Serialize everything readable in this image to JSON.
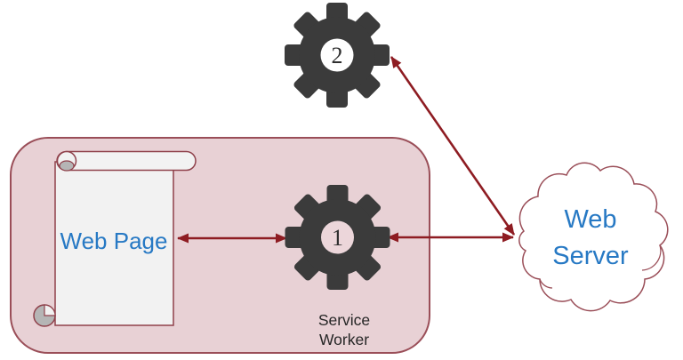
{
  "diagram": {
    "kind": "service-worker-architecture",
    "nodes": {
      "web_page": {
        "label": "Web Page",
        "shape": "scroll"
      },
      "service_worker": {
        "label_line1": "Service",
        "label_line2": "Worker",
        "gear_number": "1",
        "shape": "gear"
      },
      "installed_worker": {
        "gear_number": "2",
        "shape": "gear"
      },
      "web_server": {
        "label_line1": "Web",
        "label_line2": "Server",
        "shape": "cloud"
      }
    },
    "connections": [
      {
        "from": "web-page",
        "to": "gear-1",
        "style": "double-arrow"
      },
      {
        "from": "gear-1",
        "to": "web-server",
        "style": "double-arrow"
      },
      {
        "from": "gear-2",
        "to": "web-server",
        "style": "double-arrow"
      }
    ],
    "colors": {
      "background": "#ffffff",
      "panel_fill": "#e8d1d5",
      "panel_stroke": "#9a4e58",
      "scroll_fill": "#f2f2f2",
      "scroll_stroke": "#8f414b",
      "curl_gray": "#b5b5b5",
      "gear_dark": "#3b3b3b",
      "gear2_hub": "#ffffff",
      "gear1_hub": "#ecd6da",
      "arrow_red": "#8e1c22",
      "label_blue": "#2779c4",
      "label_dark": "#262626",
      "number_dark": "#2f2f2f",
      "cloud_fill": "#ffffff"
    }
  }
}
